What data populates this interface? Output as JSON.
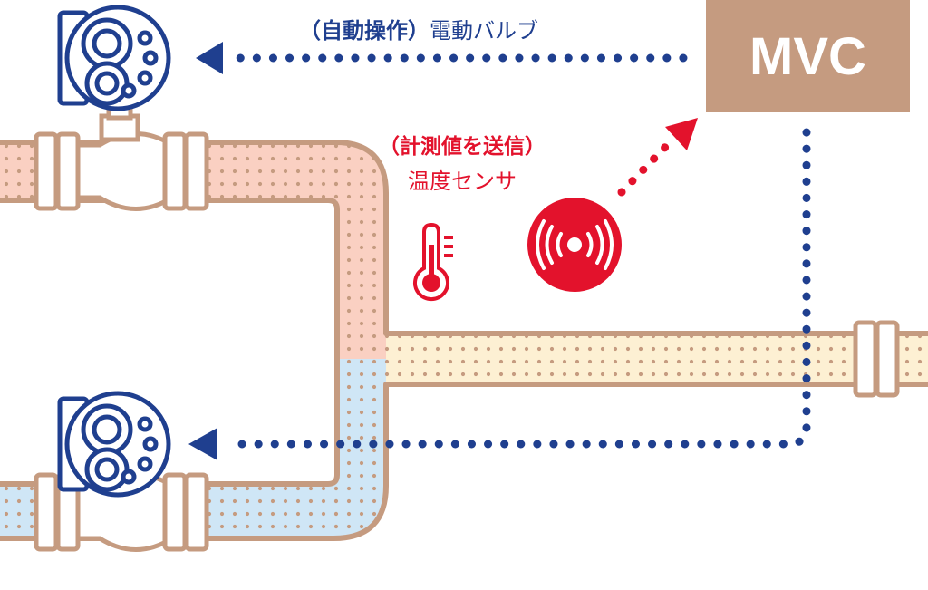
{
  "controller": {
    "label": "MVC"
  },
  "valve_label": {
    "mode": "（自動操作）",
    "name": "電動バルブ"
  },
  "sensor_label": {
    "action": "（計測値を送信）",
    "name": "温度センサ"
  },
  "icons": {
    "valve_actuator": "motorized-valve-actuator-icon",
    "thermometer": "thermometer-icon",
    "wireless_sensor": "wireless-signal-icon"
  },
  "colors": {
    "pipe_outline": "#c59b80",
    "hot_fill": "#fad0c2",
    "warm_fill": "#fdf0d3",
    "cold_fill": "#cfe6f6",
    "dots": "#c59b80",
    "signal_blue": "#1f3f8f",
    "signal_red": "#e3122c",
    "controller_bg": "#c59b80"
  }
}
